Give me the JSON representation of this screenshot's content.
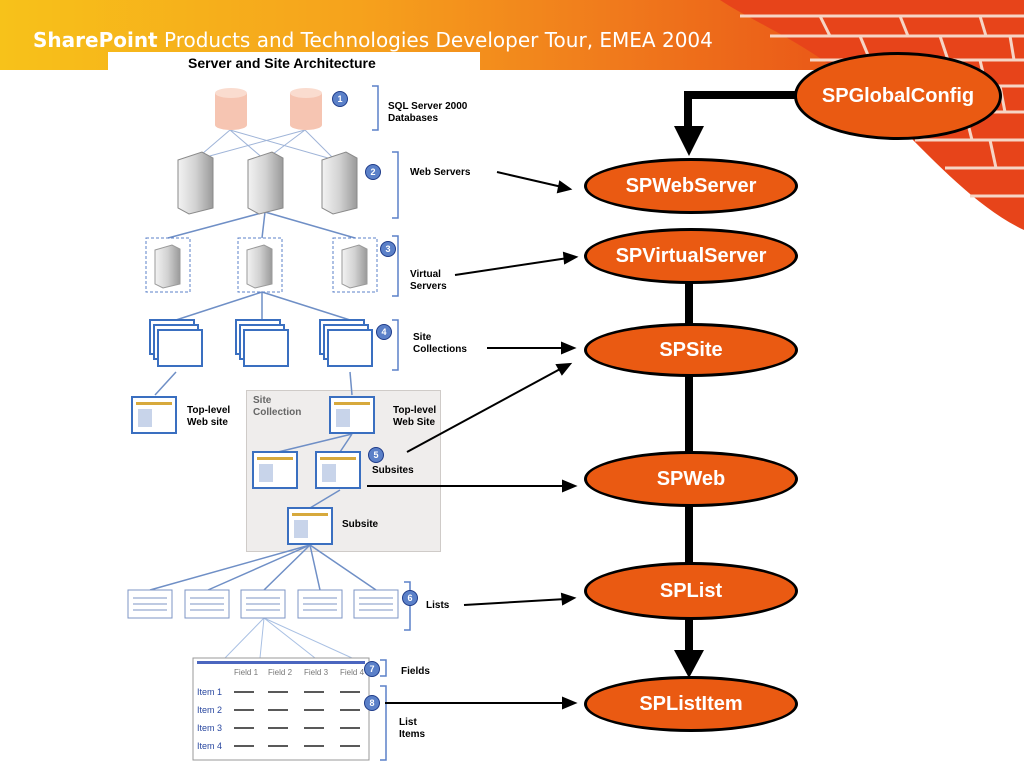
{
  "header": {
    "title_bold": "SharePoint",
    "title_rest": " Products and Technologies Developer Tour, EMEA 2004"
  },
  "diagram": {
    "title": "Server and Site Architecture",
    "labels": {
      "sql": "SQL Server 2000\nDatabases",
      "web_servers": "Web Servers",
      "virtual_servers": "Virtual\nServers",
      "site_collections": "Site\nCollections",
      "top_level_left": "Top-level\nWeb site",
      "site_collection_box": "Site\nCollection",
      "top_level_right": "Top-level\nWeb Site",
      "subsites": "Subsites",
      "subsite": "Subsite",
      "lists": "Lists",
      "fields": "Fields",
      "list_items": "List\nItems"
    },
    "badges": [
      "1",
      "2",
      "3",
      "4",
      "5",
      "6",
      "7",
      "8"
    ],
    "fields": [
      "Field 1",
      "Field 2",
      "Field 3",
      "Field 4"
    ],
    "items": [
      "Item 1",
      "Item 2",
      "Item 3",
      "Item 4"
    ]
  },
  "objects": {
    "global_config": "SPGlobalConfig",
    "web_server": "SPWebServer",
    "virtual_server": "SPVirtualServer",
    "site": "SPSite",
    "web": "SPWeb",
    "list": "SPList",
    "list_item": "SPListItem"
  },
  "colors": {
    "orange": "#ea5a12",
    "header_start": "#f7c21a",
    "header_end": "#e94a15",
    "connector_blue": "#6f8fc6"
  }
}
